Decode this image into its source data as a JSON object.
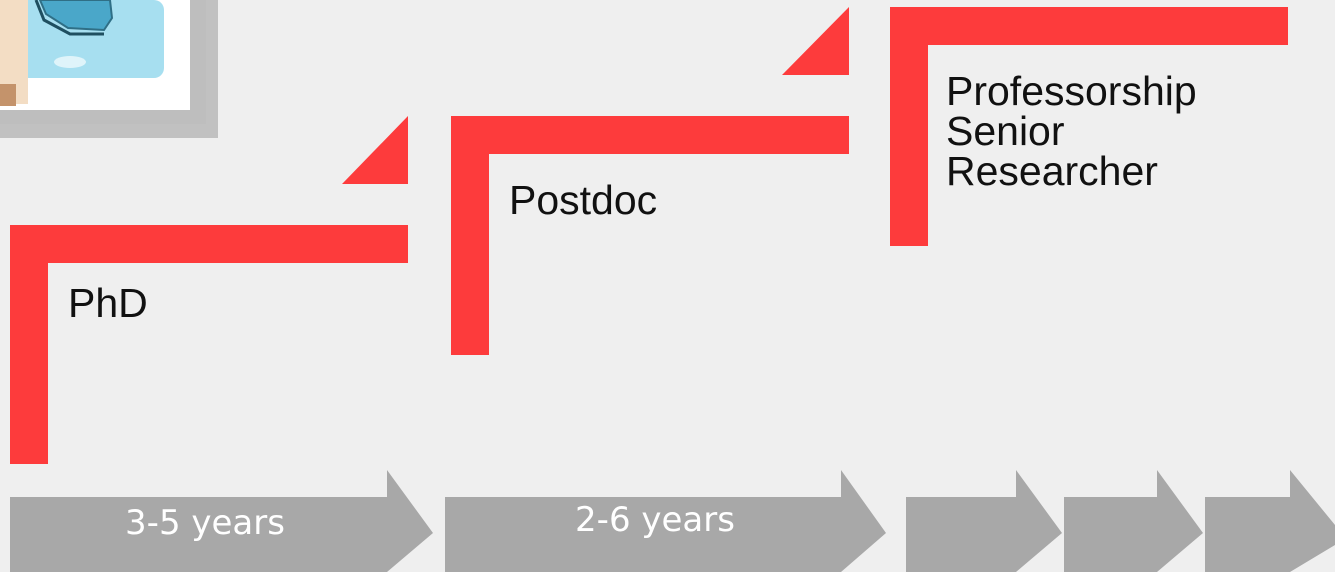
{
  "stages": [
    {
      "name": "PhD",
      "lines": [
        "PhD"
      ]
    },
    {
      "name": "Postdoc",
      "lines": [
        "Postdoc"
      ]
    },
    {
      "name": "Professorship Senior Researcher",
      "lines": [
        "Professorship",
        "Senior",
        "Researcher"
      ]
    }
  ],
  "timeline": [
    {
      "label": "3-5 years"
    },
    {
      "label": "2-6 years"
    },
    {
      "label": ""
    },
    {
      "label": ""
    },
    {
      "label": ""
    }
  ],
  "colors": {
    "background": "#efefef",
    "step_red": "#fd3b3c",
    "arrow_gray": "#a8a8a8",
    "arrow_text": "#ffffff",
    "stage_text": "#111111",
    "illustration_frame": "#ffffff",
    "illustration_flask": "#a7dff0",
    "illustration_shadow": "#9a9a9a"
  },
  "icons": {
    "illustration": "scientist-with-flask-icon"
  }
}
